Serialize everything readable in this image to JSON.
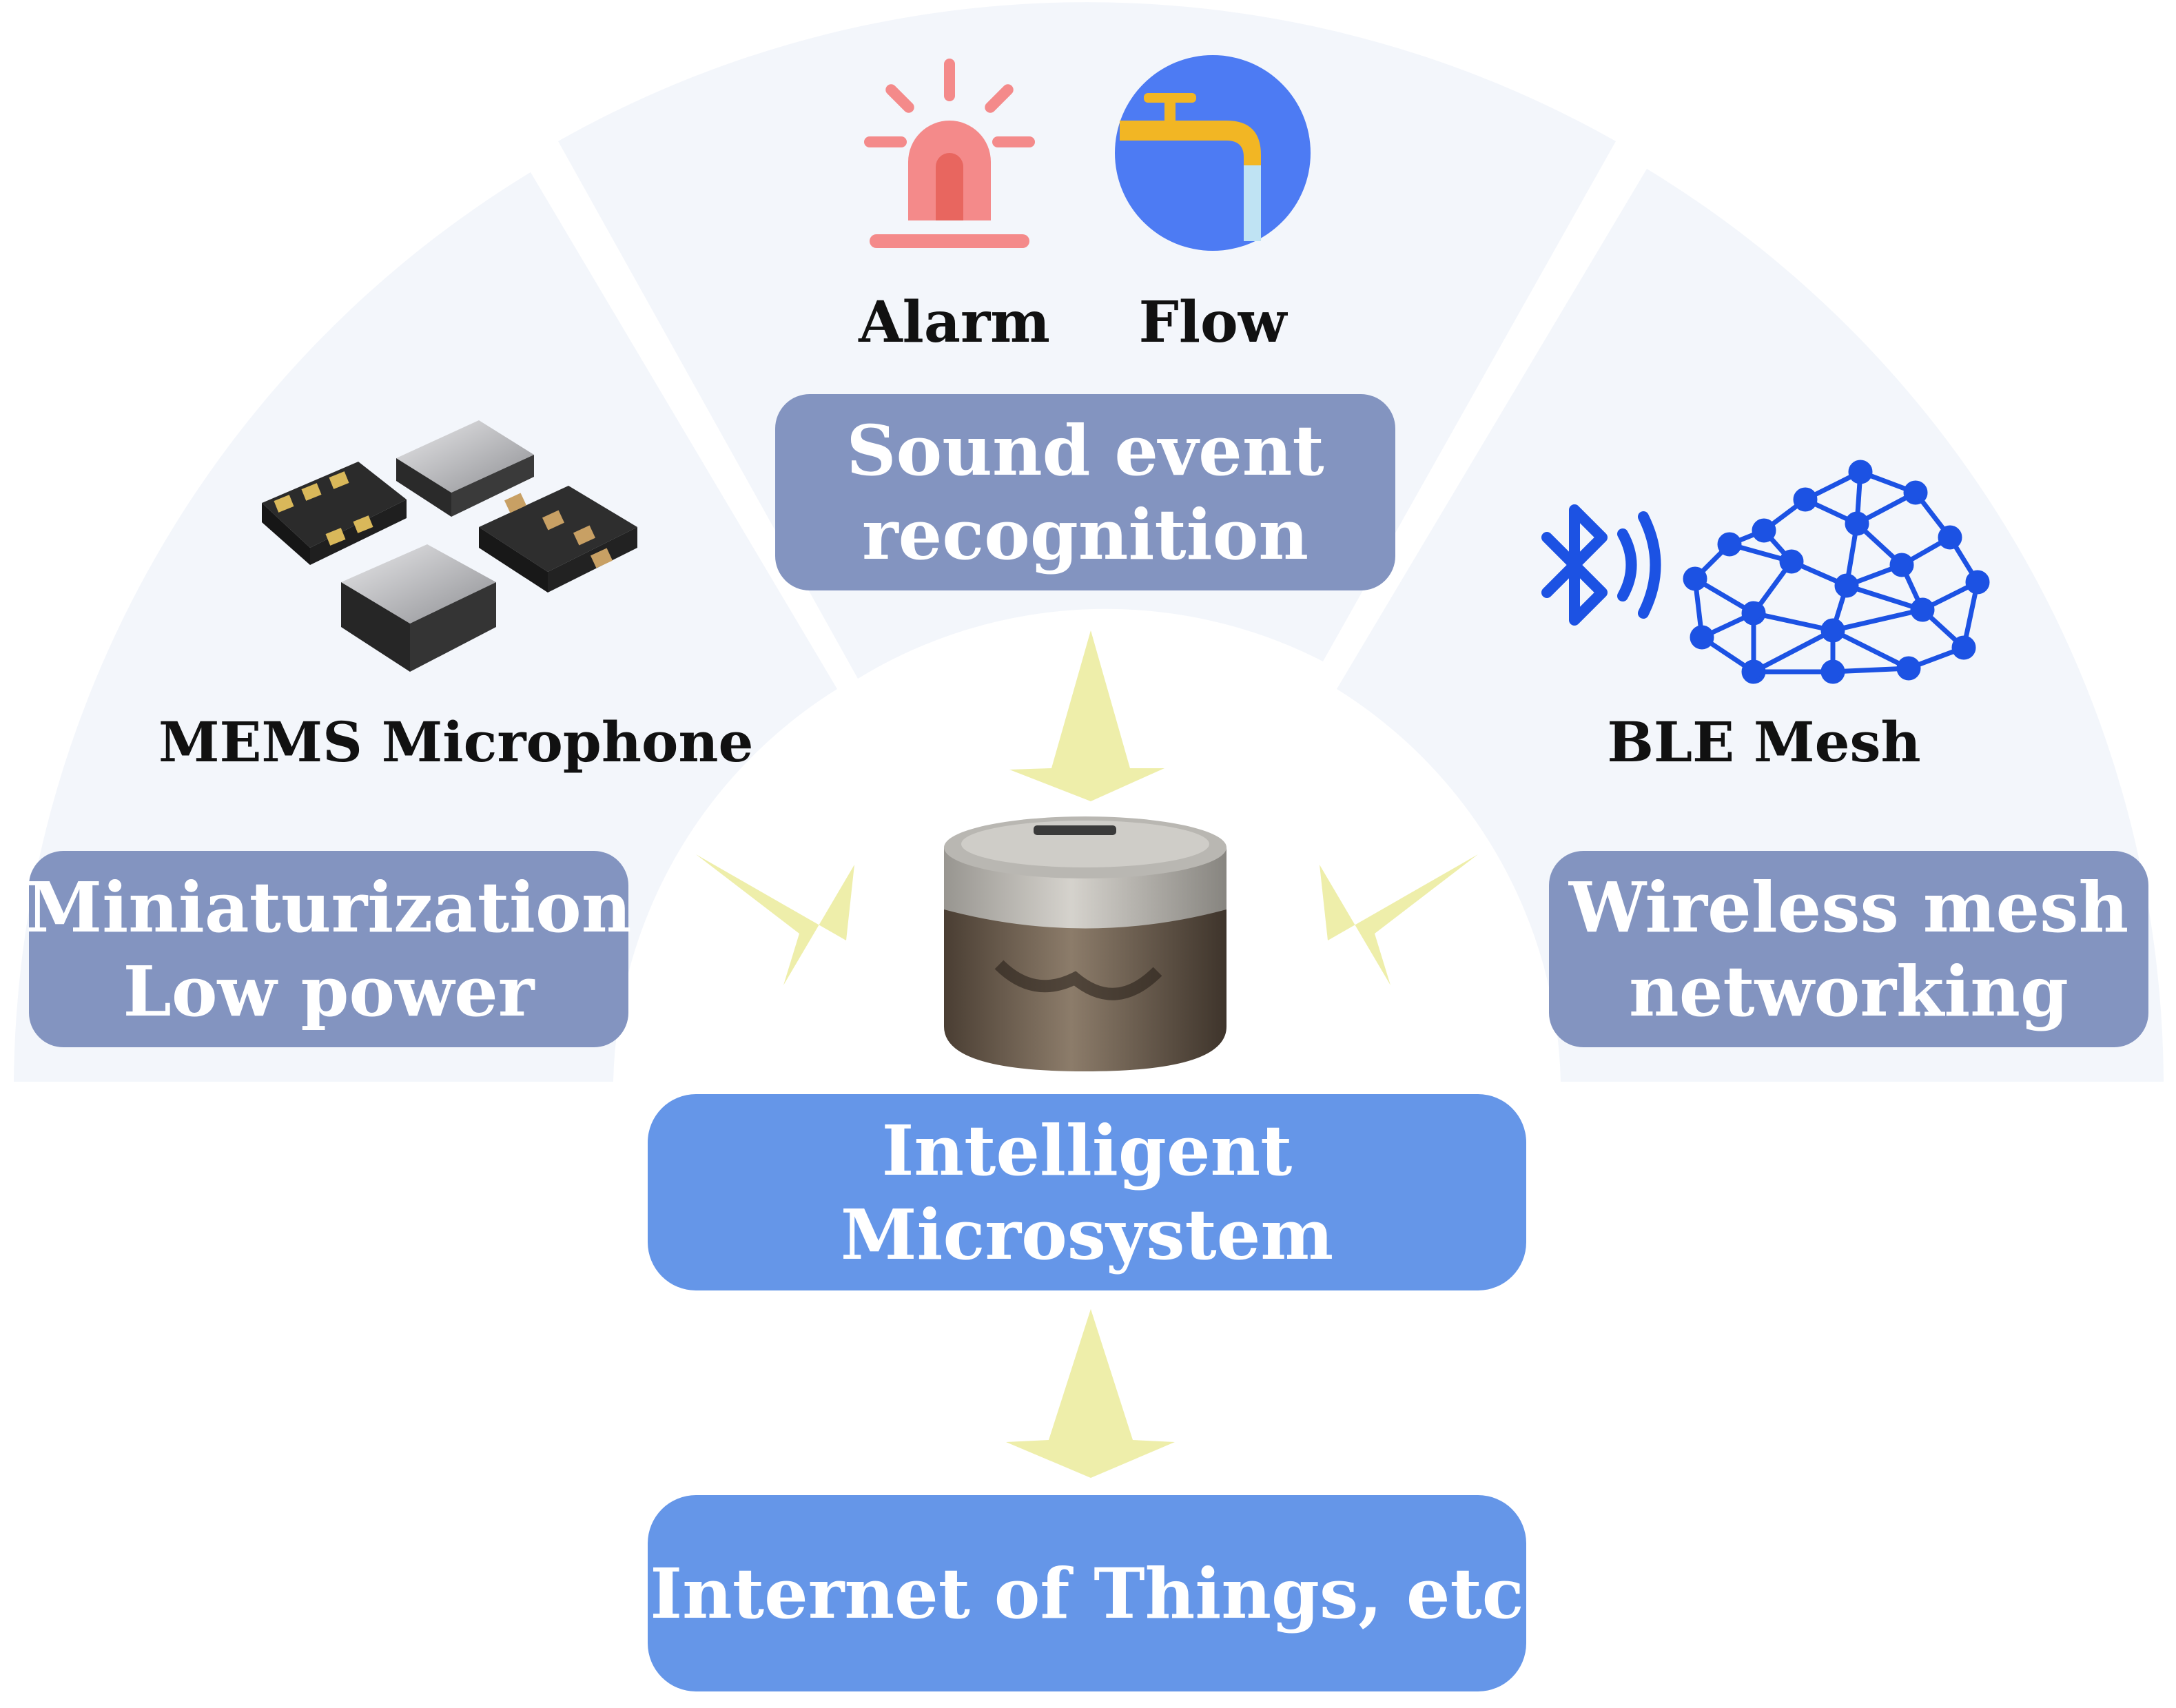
{
  "top": {
    "icons": [
      {
        "name": "alarm-icon",
        "label": "Alarm",
        "color": "#f48a8a"
      },
      {
        "name": "flow-faucet-icon",
        "label": "Flow",
        "color": "#4d7bf3"
      }
    ],
    "box_lines": [
      "Sound event",
      "recognition"
    ]
  },
  "left": {
    "device_label": "MEMS Microphone",
    "box_lines": [
      "Miniaturization",
      "Low power"
    ]
  },
  "right": {
    "device_label": "BLE Mesh",
    "icons": [
      "bluetooth-icon",
      "mesh-network-icon"
    ],
    "box_lines": [
      "Wireless mesh",
      "networking"
    ]
  },
  "center": {
    "device": "microsystem-device-image",
    "title": "Intelligent Microsystem"
  },
  "bottom": {
    "title": "Internet of Things, etc"
  },
  "colors": {
    "fan_background": "#f3f6fb",
    "grey_box": "#8394c0",
    "blue_box": "#6596e8",
    "arrow": "#eeeeaa",
    "icon_blue": "#1c52e3"
  }
}
